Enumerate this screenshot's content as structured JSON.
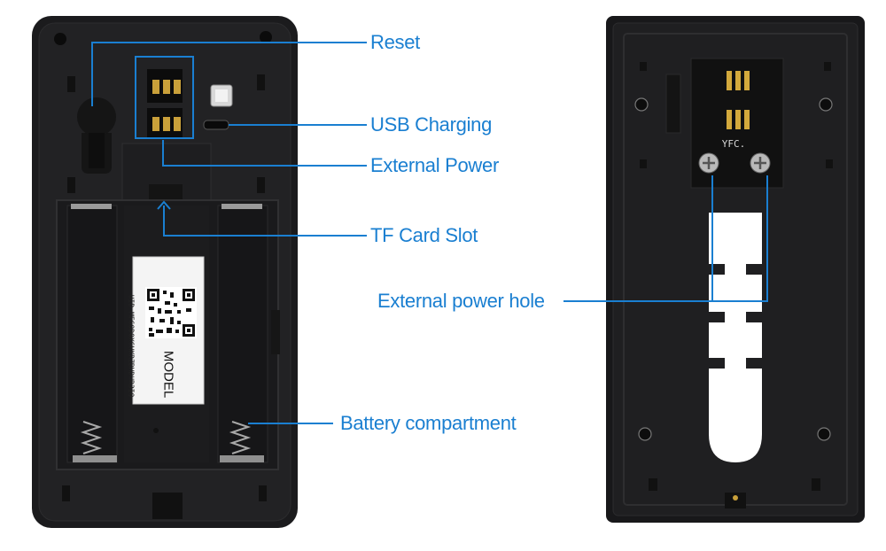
{
  "diagram": {
    "accent_color": "#1a7fd1",
    "callouts": {
      "reset": "Reset",
      "usb_charging": "USB Charging",
      "external_power": "External Power",
      "tf_card_slot": "TF Card Slot",
      "external_power_hole": "External power hole",
      "battery_compartment": "Battery compartment"
    },
    "device_label": {
      "uid_line": "UID MF6OD0X6HKRZBHDUR3IQ",
      "model": "MODEL"
    },
    "board_marking": "YFC."
  }
}
